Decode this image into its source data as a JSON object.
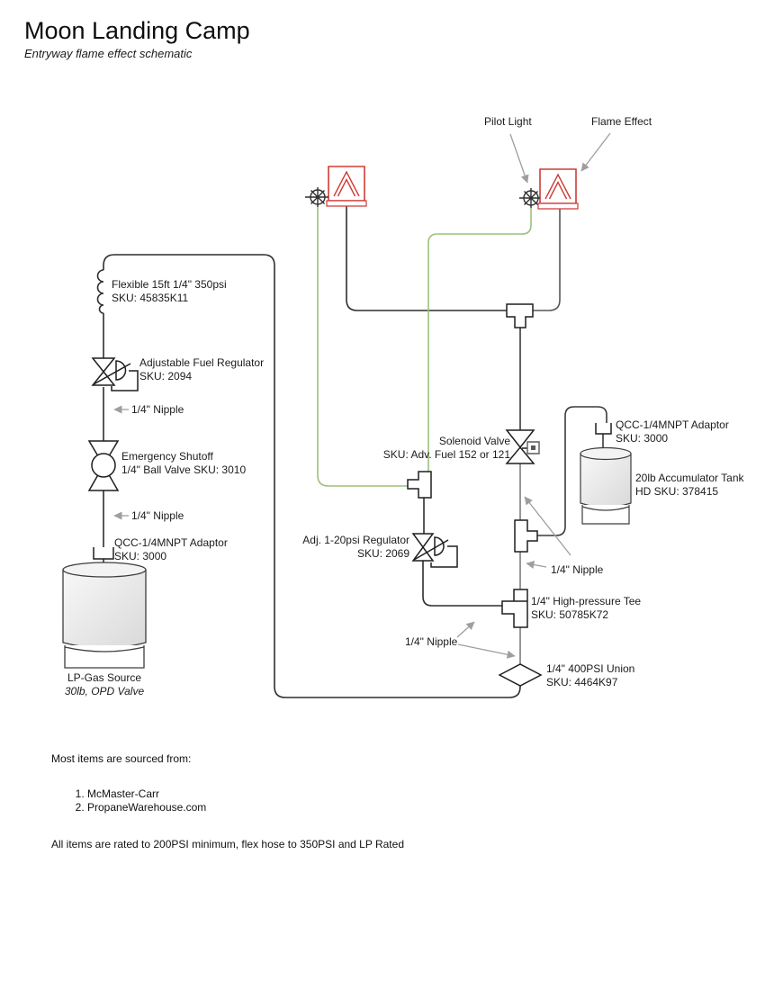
{
  "colors": {
    "pipe": "#2f2f2f",
    "pipe_gray": "#7d7d7d",
    "pipe_dark_gray": "#585858",
    "pilot_green": "#9cc07c",
    "flame_red": "#cf3b35",
    "annotation": "#9e9e9e",
    "fitting": "#1f1f1f",
    "tank_edge": "#3d3d3d"
  },
  "header": {
    "title": "Moon Landing Camp",
    "subtitle": "Entryway flame effect schematic"
  },
  "labels": {
    "pilot_light": "Pilot Light",
    "flame_effect": "Flame Effect",
    "nipple": "1/4\" Nipple",
    "flex_hose": {
      "l1": "Flexible 15ft 1/4\" 350psi",
      "l2": "SKU: 45835K11"
    },
    "fuel_regulator": {
      "l1": "Adjustable Fuel Regulator",
      "l2": "SKU: 2094"
    },
    "emergency_shutoff": {
      "l1": "Emergency Shutoff",
      "l2": "1/4\" Ball Valve SKU: 3010"
    },
    "qcc_adaptor": {
      "l1": "QCC-1/4MNPT Adaptor",
      "l2": "SKU: 3000"
    },
    "lp_source": {
      "l1": "LP-Gas Source",
      "l2": "30lb, OPD Valve"
    },
    "solenoid": {
      "l1": "Solenoid Valve",
      "l2": "SKU: Adv. Fuel 152 or 121"
    },
    "accumulator": {
      "l1": "20lb Accumulator Tank",
      "l2": "HD SKU: 378415"
    },
    "pilot_regulator": {
      "l1": "Adj. 1-20psi Regulator",
      "l2": "SKU: 2069"
    },
    "hp_tee": {
      "l1": "1/4\" High-pressure Tee",
      "l2": "SKU: 50785K72"
    },
    "union": {
      "l1": "1/4\" 400PSI Union",
      "l2": "SKU: 4464K97"
    }
  },
  "footer": {
    "heading": "Most items are sourced from:",
    "sources": [
      "McMaster-Carr",
      "PropaneWarehouse.com"
    ],
    "note": "All items are rated to 200PSI minimum, flex hose to 350PSI and LP Rated"
  }
}
